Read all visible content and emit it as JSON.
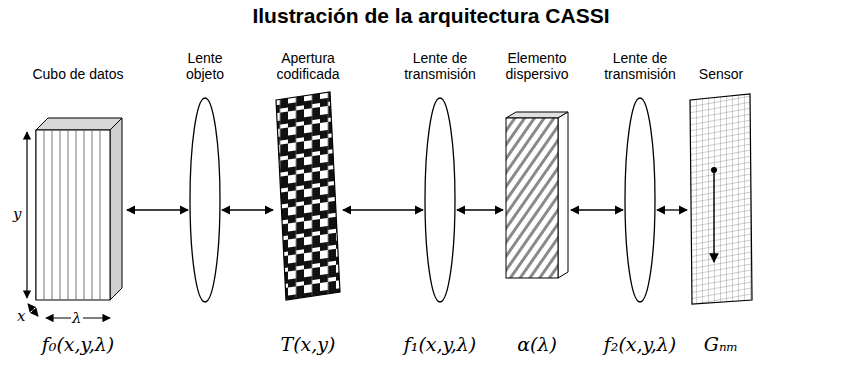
{
  "diagram": {
    "title": "Ilustración de la arquitectura CASSI",
    "nodes": [
      {
        "text": [
          "Cubo de datos",
          "f₀(x,y,λ)"
        ]
      },
      {
        "text": [
          "Lente objeto"
        ]
      },
      {
        "text": [
          "Apertura codificada",
          "T(x,y)"
        ]
      },
      {
        "text": [
          "Lente de transmisión",
          "f₁(x,y,λ)"
        ]
      },
      {
        "text": [
          "Elemento dispersivo",
          "α(λ)"
        ]
      },
      {
        "text": [
          "Lente de transmisión",
          "f₂(x,y,λ)"
        ]
      },
      {
        "text": [
          "Sensor",
          "Gₙₘ"
        ]
      }
    ],
    "edges": [
      {
        "from": 0,
        "to": 1,
        "arrow": "both"
      },
      {
        "from": 1,
        "to": 2,
        "arrow": "both"
      },
      {
        "from": 2,
        "to": 3,
        "arrow": "both"
      },
      {
        "from": 3,
        "to": 4,
        "arrow": "both"
      },
      {
        "from": 4,
        "to": 5,
        "arrow": "both"
      },
      {
        "from": 5,
        "to": 6,
        "arrow": "both"
      }
    ],
    "labels": [
      "y",
      "x",
      "λ"
    ]
  }
}
